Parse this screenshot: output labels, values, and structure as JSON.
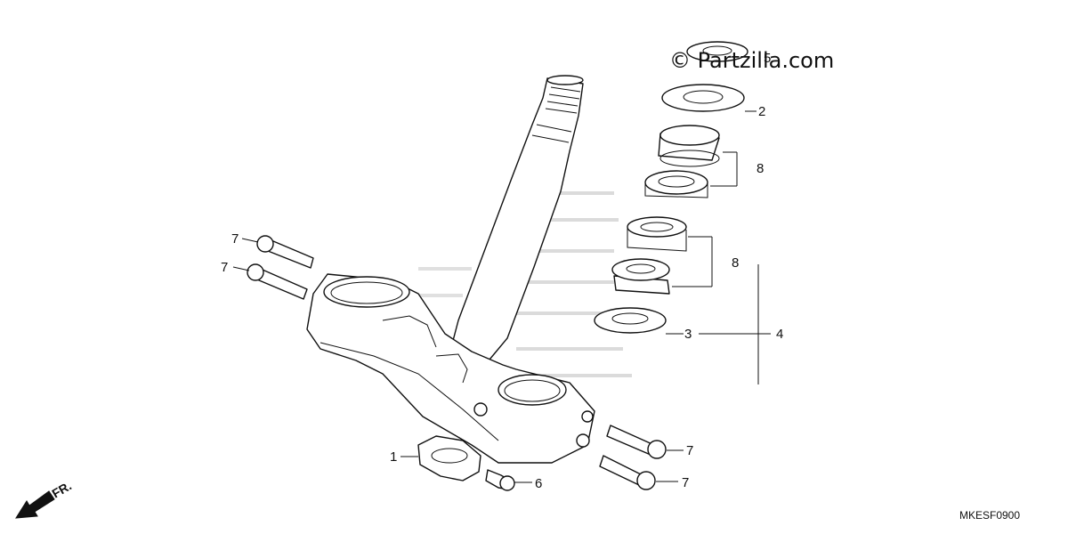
{
  "watermark": "© Partzilla.com",
  "diagram_code": "MKESF0900",
  "front_label": "FR.",
  "callouts": {
    "c1": "1",
    "c2": "2",
    "c3": "3",
    "c4": "4",
    "c5": "5",
    "c6": "6",
    "c7a": "7",
    "c7b": "7",
    "c7c": "7",
    "c7d": "7",
    "c8a": "8",
    "c8b": "8"
  }
}
